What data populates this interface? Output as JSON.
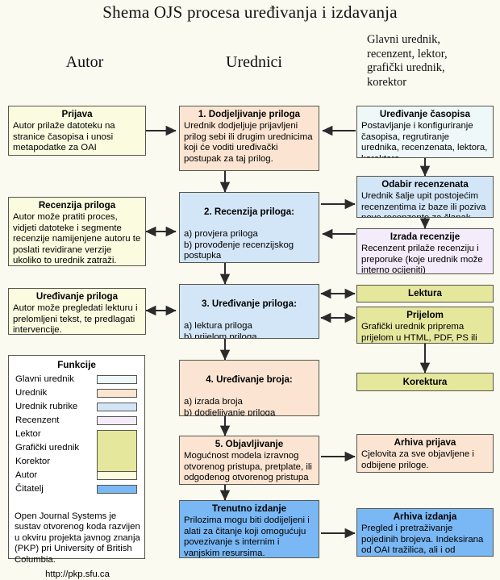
{
  "title": "Shema OJS procesa uređivanja i izdavanja",
  "columns": {
    "autor": "Autor",
    "urednici": "Urednici",
    "ostali": "Glavni urednik,\nrecenzent, lektor,\ngrafički urednik,\nkorektor"
  },
  "boxes": {
    "prijava": {
      "title": "Prijava",
      "body": "Autor prilaže datoteku na stranice časopisa i unosi metapodatke za OAI indeksiranje.",
      "color": "#fbfbe0",
      "role": "Autor"
    },
    "recenzija_priloga": {
      "title": "Recenzija priloga",
      "body": "Autor može pratiti proces, vidjeti datoteke i segmente recenzije namijenjene autoru te poslati revidirane verzije ukoliko to urednik zatraži.",
      "color": "#fbfbe0",
      "role": "Autor"
    },
    "uredivanje_priloga_autor": {
      "title": "Uređivanje priloga",
      "body": "Autor može pregledati lekturu i prelomljeni tekst, te predlagati intervencije.",
      "color": "#fbfbe0",
      "role": "Autor"
    },
    "step1": {
      "title": "1. Dodjeljivanje priloga",
      "body": "Urednik dodjeljuje prijavljeni prilog sebi ili drugim urednicima koji će voditi uređivački postupak za taj prilog.",
      "color": "#fbe5d2",
      "role": "Urednik"
    },
    "step2": {
      "title": "2. Recenzija priloga:",
      "body": "a) provjera priloga\nb) provođenje recenzijskog\n    postupka\nc) donošenje uredničke odluke.",
      "color": "#d3e6f8",
      "role": "Urednik rubrike"
    },
    "step3": {
      "title": "3. Uređivanje priloga:",
      "body": "a) lektura priloga\nb) prijelom priloga\nc) korektura prijeloma.",
      "color": "#d3e6f8",
      "role": "Urednik rubrike"
    },
    "step4": {
      "title": "4. Uređivanje broja:",
      "body": "a) izrada broja\nb) dodjeljivanje priloga\nc) određivanje sadržaja broja.",
      "color": "#fbe5d2",
      "role": "Urednik"
    },
    "step5": {
      "title": "5. Objavljivanje",
      "body": "Mogućnost modela izravnog otvorenog pristupa, pretplate, ili odgođenog otvorenog pristupa",
      "color": "#fbe5d2",
      "role": "Urednik"
    },
    "trenutno_izdanje": {
      "title": "Trenutno izdanje",
      "body": "Prilozima mogu biti dodijeljeni i alati za čitanje koji omogućuju povezivanje s internim i vanjskim resursima.",
      "color": "#79b8f5",
      "role": "Čitatelj"
    },
    "uredivanje_casopisa": {
      "title": "Uređivanje časopisa",
      "body": "Postavljanje i konfiguriranje časopisa, regrutiranje urednika, recenzenata, lektora, korektora...",
      "color": "#eef8f8",
      "role": "Glavni urednik"
    },
    "odabir_recenzenata": {
      "title": "Odabir recenzenata",
      "body": "Urednik šalje upit postojećim recenzentima iz baze ili poziva nove recenzente za članak.",
      "color": "#d3e6f8",
      "role": "Urednik rubrike"
    },
    "izrada_recenzije": {
      "title": "Izrada recenzije",
      "body": "Recenzent prilaže recenziju i preporuke (koje urednik može interno ocijeniti)",
      "color": "#f4ecfa",
      "role": "Recenzent"
    },
    "lektura": {
      "title": "Lektura",
      "body": "",
      "color": "#e5e79d",
      "role": "Lektor"
    },
    "prijelom": {
      "title": "Prijelom",
      "body": "Grafički urednik priprema prijelom u HTML, PDF, PS ili drugim formatima.",
      "color": "#e5e79d",
      "role": "Grafički urednik"
    },
    "korektura": {
      "title": "Korektura",
      "body": "",
      "color": "#e5e79d",
      "role": "Korektor"
    },
    "arhiva_prijava": {
      "title": "Arhiva prijava",
      "body": "Cjelovita za sve objavljene i odbijene priloge.",
      "color": "#fbe5d2",
      "role": "Urednik"
    },
    "arhiva_izdanja": {
      "title": "Arhiva izdanja",
      "body": "Pregled i pretraživanje pojedinih brojeva. Indeksirana od OAI tražilica, ali i od Google-a itd.",
      "color": "#79b8f5",
      "role": "Čitatelj"
    }
  },
  "legend": {
    "title": "Funkcije",
    "rows": [
      {
        "label": "Glavni urednik",
        "color": "#eef8f8"
      },
      {
        "label": "Urednik",
        "color": "#fbe5d2"
      },
      {
        "label": "Urednik rubrike",
        "color": "#d3e6f8"
      },
      {
        "label": "Recenzent",
        "color": "#f4ecfa"
      },
      {
        "label": "Lektor",
        "color": "#e5e79d"
      },
      {
        "label": "Grafički urednik",
        "color": "#e5e79d"
      },
      {
        "label": "Korektor",
        "color": "#e5e79d"
      },
      {
        "label": "Autor",
        "color": "#fbfbe0"
      },
      {
        "label": "Čitatelj",
        "color": "#79b8f5"
      }
    ],
    "note": "Open Journal Systems je sustav otvorenog koda razvijen u okviru projekta javnog znanja (PKP) pri University of British Columbia.",
    "url": "http://pkp.sfu.ca"
  },
  "palette": {
    "background": "#fbfaf0",
    "box_border": "#56564a",
    "arrow": "#2b2b2b",
    "text": "#000000"
  }
}
